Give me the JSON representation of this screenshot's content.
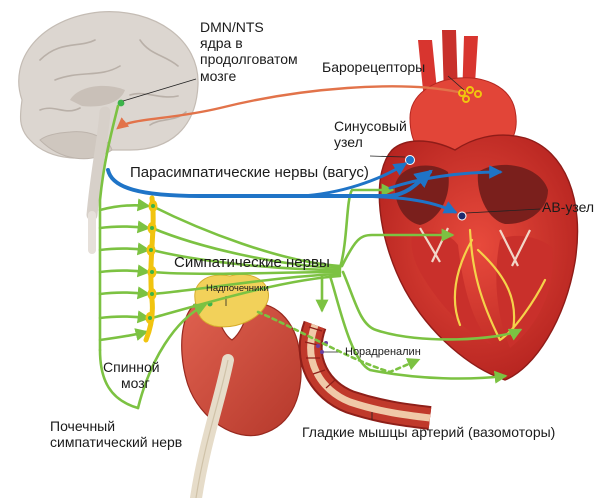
{
  "labels": {
    "dmn_nts": [
      "DMN/NTS",
      "ядра в",
      "продолговатом",
      "мозге"
    ],
    "baroreceptors": "Барорецепторы",
    "sinus_node": [
      "Синусовый",
      "узел"
    ],
    "parasympathetic": "Парасимпатические нервы (вагус)",
    "av_node": "АВ-узел",
    "sympathetic": "Симпатические нервы",
    "adrenal": "Надпочечники",
    "noradrenaline": "Норадреналин",
    "spinal_cord": [
      "Спинной",
      "мозг"
    ],
    "renal_nerve": [
      "Почечный",
      "симпатический нерв"
    ],
    "smooth_muscle": "Гладкие мышцы артерий (вазомоторы)"
  },
  "colors": {
    "sympathetic": "#7cc242",
    "parasympathetic": "#1f74c7",
    "feedback": "#e2734a",
    "brain": "#dcd6d0",
    "heart": "#d8352f",
    "kidney": "#d24b3a",
    "adrenal": "#f2d15a",
    "ganglia": "#f1c40f",
    "artery": "#c0392b"
  },
  "icons": {
    "brain": "brain-icon",
    "heart": "heart-icon",
    "kidney": "kidney-icon",
    "artery": "artery-icon",
    "ganglia": "sympathetic-chain-icon"
  }
}
